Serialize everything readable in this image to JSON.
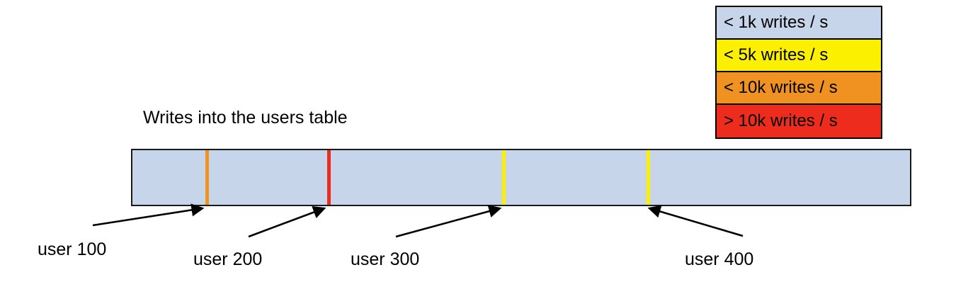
{
  "chart_data": {
    "type": "bar",
    "title": "Writes into the users table",
    "subtitle": "",
    "xlabel": "",
    "ylabel": "",
    "orientation": "horizontal",
    "description": "A single horizontal bar representing the users table key range, mostly low write volume, with four narrow hot-spot stripes at specific user keys.",
    "base_band": {
      "label": "< 1k writes / s",
      "color": "#c6d5ea"
    },
    "categories": [
      "user 100",
      "user 200",
      "user 300",
      "user 400"
    ],
    "values": [
      "< 10k writes / s",
      "> 10k writes / s",
      "< 5k writes / s",
      "< 5k writes / s"
    ],
    "stripes": [
      {
        "key": "user 100",
        "label": "user 100",
        "color": "#ef9221",
        "band": "< 10k writes / s",
        "x_pct": 9.4
      },
      {
        "key": "user 200",
        "label": "user 200",
        "color": "#ee2c1e",
        "band": "> 10k writes / s",
        "x_pct": 24.9
      },
      {
        "key": "user 300",
        "label": "user 300",
        "color": "#fbf000",
        "band": "< 5k writes / s",
        "x_pct": 47.4
      },
      {
        "key": "user 400",
        "label": "user 400",
        "color": "#fbf000",
        "band": "< 5k writes / s",
        "x_pct": 65.9
      }
    ],
    "legend": {
      "position": "top-right",
      "entries": [
        {
          "label": "< 1k writes / s",
          "color": "#c6d5ea"
        },
        {
          "label": "< 5k writes / s",
          "color": "#fbf000"
        },
        {
          "label": "< 10k writes / s",
          "color": "#ef9221"
        },
        {
          "label": "> 10k writes / s",
          "color": "#ee2c1e"
        }
      ]
    },
    "grid": false
  },
  "labels": {
    "user_100": "user 100",
    "user_200": "user 200",
    "user_300": "user 300",
    "user_400": "user 400"
  }
}
